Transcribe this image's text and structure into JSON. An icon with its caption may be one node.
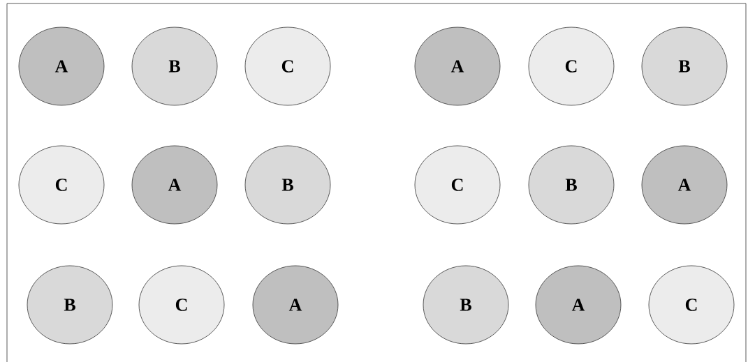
{
  "diagram": {
    "nodes": [
      {
        "text": [
          "A"
        ]
      },
      {
        "text": [
          "B"
        ]
      },
      {
        "text": [
          "C"
        ]
      },
      {
        "text": [
          "A"
        ]
      },
      {
        "text": [
          "C"
        ]
      },
      {
        "text": [
          "B"
        ]
      },
      {
        "text": [
          "C"
        ]
      },
      {
        "text": [
          "A"
        ]
      },
      {
        "text": [
          "B"
        ]
      },
      {
        "text": [
          "C"
        ]
      },
      {
        "text": [
          "B"
        ]
      },
      {
        "text": [
          "A"
        ]
      },
      {
        "text": [
          "B"
        ]
      },
      {
        "text": [
          "C"
        ]
      },
      {
        "text": [
          "A"
        ]
      },
      {
        "text": [
          "B"
        ]
      },
      {
        "text": [
          "A"
        ]
      },
      {
        "text": [
          "C"
        ]
      }
    ]
  }
}
